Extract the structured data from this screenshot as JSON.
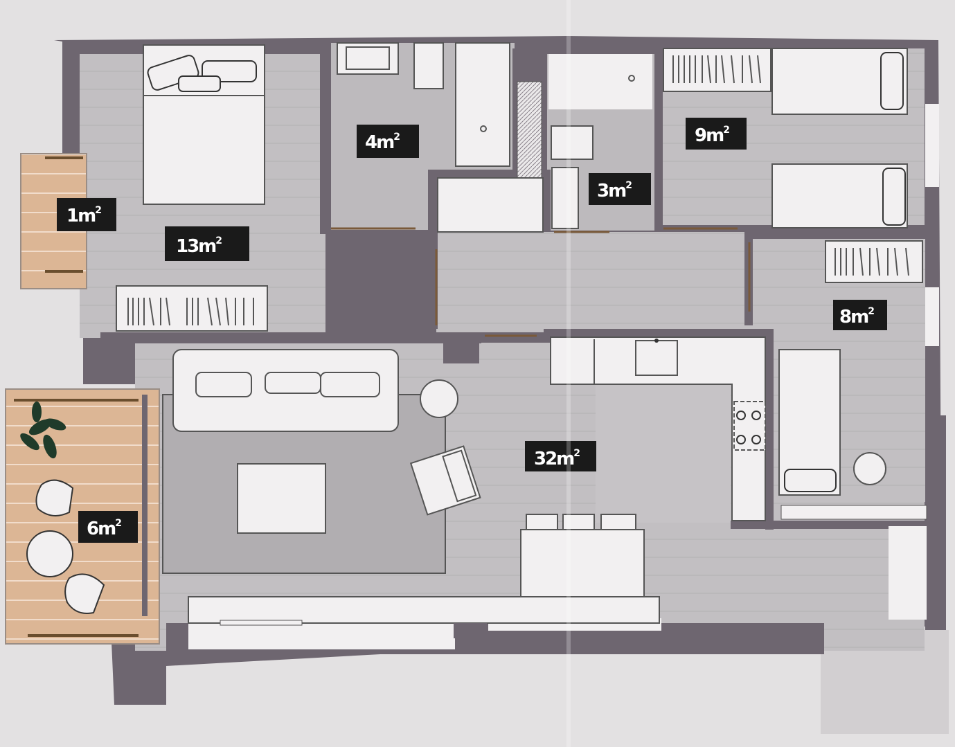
{
  "rooms": {
    "master_bedroom": {
      "area": "13m",
      "sup": "2"
    },
    "balcony_small": {
      "area": "1m",
      "sup": "2"
    },
    "bathroom_main": {
      "area": "4m",
      "sup": "2"
    },
    "bathroom_small": {
      "area": "3m",
      "sup": "2"
    },
    "bedroom_two": {
      "area": "9m",
      "sup": "2"
    },
    "bedroom_three": {
      "area": "8m",
      "sup": "2"
    },
    "living_room": {
      "area": "32m",
      "sup": "2"
    },
    "terrace": {
      "area": "6m",
      "sup": "2"
    }
  },
  "colors": {
    "wall": "#6e6670",
    "floor": "#bdbabd",
    "floor_light": "#cfcccf",
    "furniture": "#f2f0f1",
    "deck": "#d9b393",
    "plant": "#1f3b2a"
  }
}
